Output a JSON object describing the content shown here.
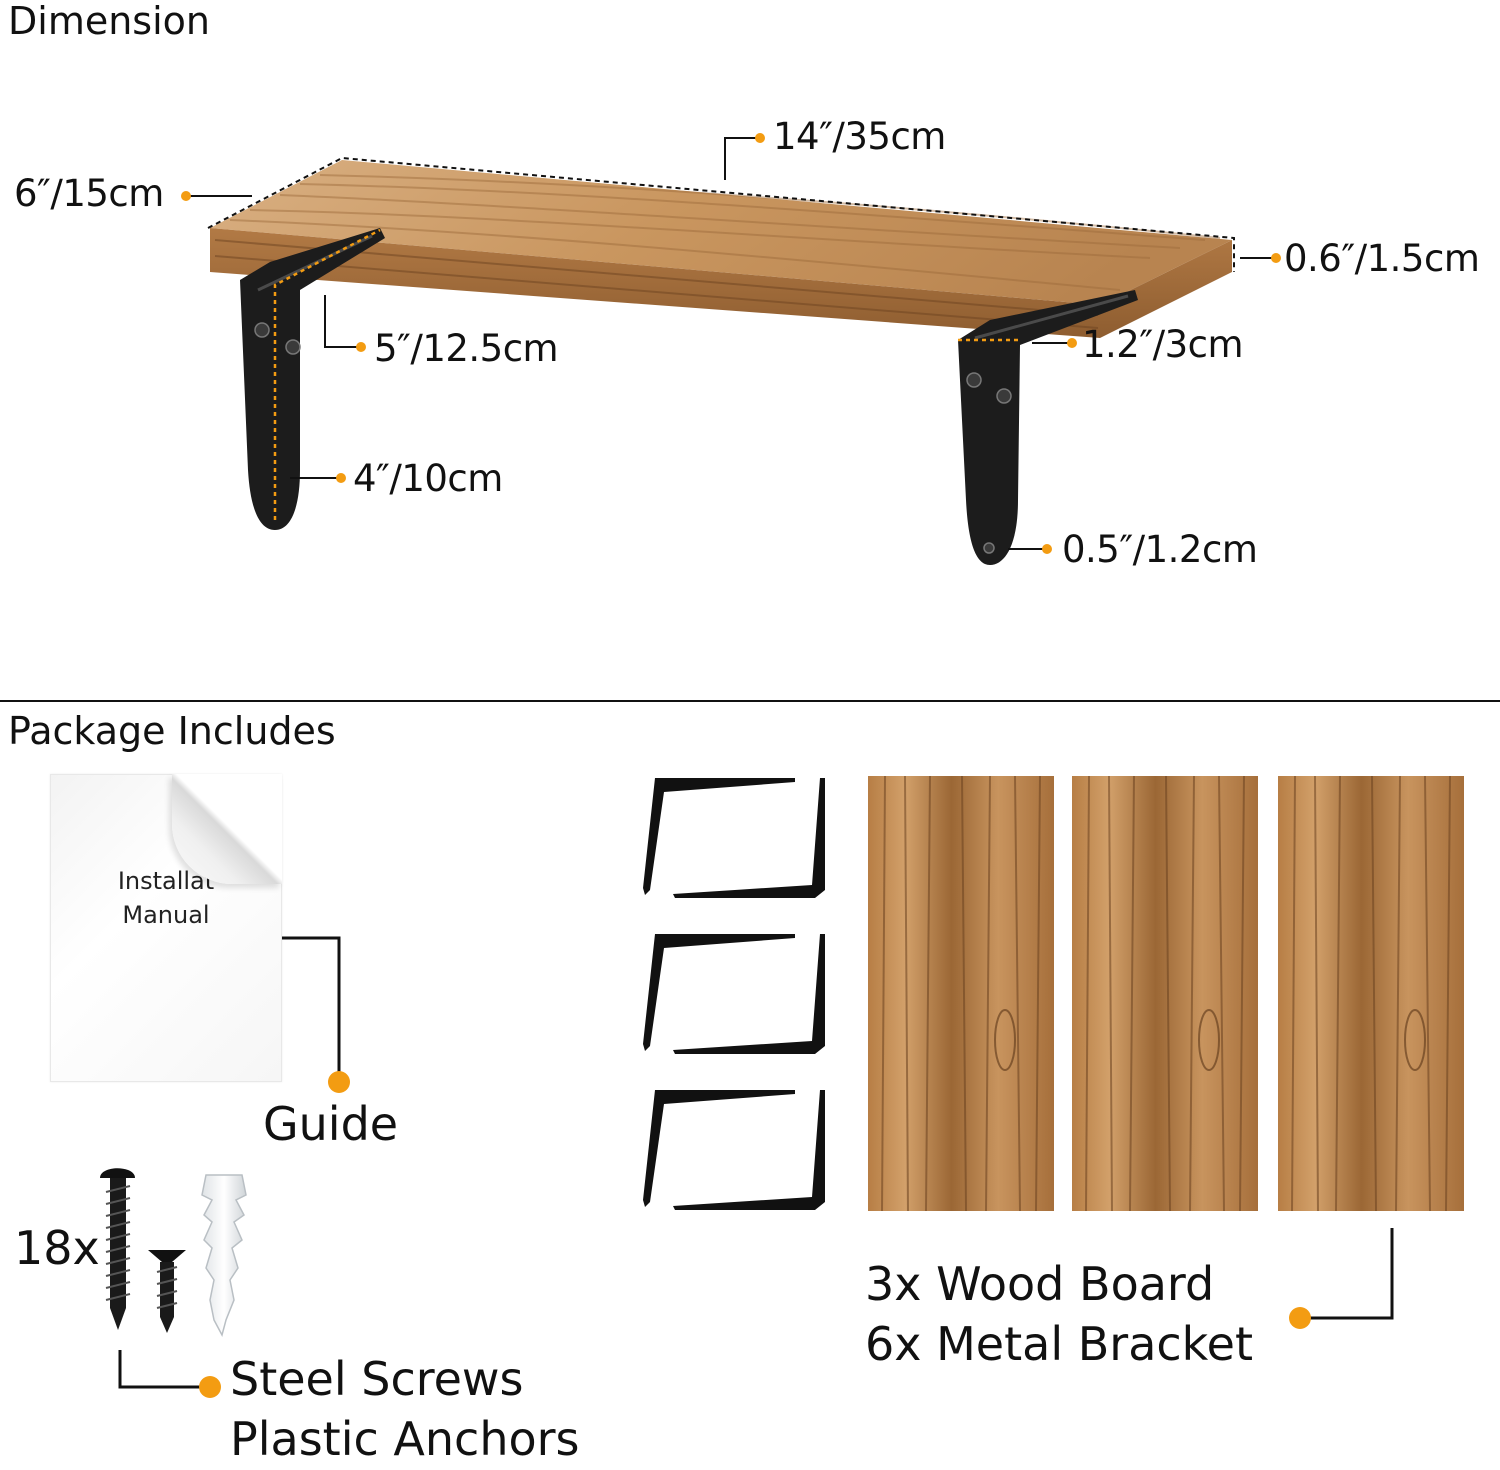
{
  "sections": {
    "dimension_title": "Dimension",
    "package_title": "Package Includes"
  },
  "dimensions": {
    "depth": "6″/15cm",
    "length": "14″/35cm",
    "thickness": "0.6″/1.5cm",
    "bracket_arm": "5″/12.5cm",
    "bracket_width": "1.2″/3cm",
    "bracket_height": "4″/10cm",
    "bracket_tip": "0.5″/1.2cm"
  },
  "package": {
    "manual_line1": "Installat",
    "manual_line2": "Manual",
    "guide_label": "Guide",
    "screw_count": "18x",
    "screws_line1": "Steel Screws",
    "screws_line2": "Plastic Anchors",
    "boards_line1": "3x Wood Board",
    "boards_line2": "6x Metal Bracket"
  },
  "colors": {
    "callout_dot": "#f39c12",
    "wood_light": "#c8955e",
    "wood_dark": "#8a5a2e",
    "bracket": "#1b1b1b"
  }
}
